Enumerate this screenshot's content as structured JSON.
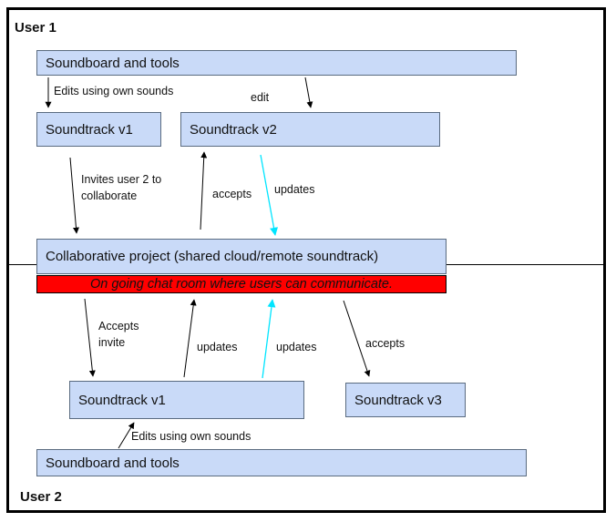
{
  "user1": {
    "label": "User 1"
  },
  "user2": {
    "label": "User 2"
  },
  "top": {
    "soundboard": "Soundboard and tools",
    "soundtrack_v1": "Soundtrack v1",
    "soundtrack_v2": "Soundtrack v2",
    "note_edits": "Edits using own sounds",
    "note_edit": "edit",
    "note_invites": "Invites user 2 to collaborate",
    "note_accepts": "accepts",
    "note_updates": "updates"
  },
  "shared": {
    "project": "Collaborative project (shared cloud/remote soundtrack)",
    "chat": "On going chat room where users can communicate."
  },
  "bottom": {
    "soundtrack_v1": "Soundtrack v1",
    "soundtrack_v3": "Soundtrack v3",
    "soundboard": "Soundboard and tools",
    "note_accepts_invite": "Accepts invite",
    "note_updates_1": "updates",
    "note_updates_2": "updates",
    "note_accepts": "accepts",
    "note_edits": "Edits using own sounds"
  },
  "colors": {
    "box_fill": "#c9daf8",
    "chat_fill": "#ff0000",
    "update_arrow": "#00e5ff",
    "arrow": "#000000"
  }
}
